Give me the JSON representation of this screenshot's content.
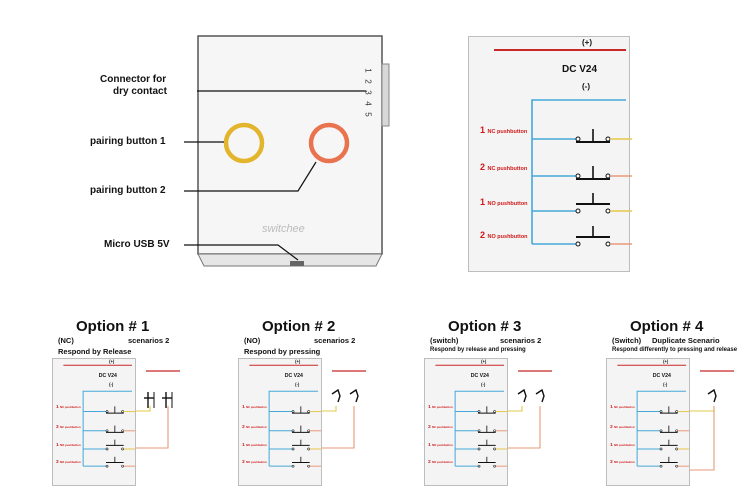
{
  "device": {
    "brand": "switchee",
    "pins": [
      "1",
      "2",
      "3",
      "4",
      "5"
    ],
    "labels": {
      "connector": [
        "Connector for",
        "dry contact"
      ],
      "pairing1": "pairing button 1",
      "pairing2": "pairing button 2",
      "usb": "Micro USB 5V"
    },
    "colors": {
      "button1": "#e2b52c",
      "button2": "#e8734e"
    }
  },
  "wiring": {
    "plus": "(+)",
    "dc": "DC V24",
    "minus": "(-)",
    "buttons": [
      {
        "num": "1",
        "label": "NC pushbutton",
        "type": "NC",
        "wire": "#e6c84a"
      },
      {
        "num": "2",
        "label": "NC pushbutton",
        "type": "NC",
        "wire": "#e89a78"
      },
      {
        "num": "1",
        "label": "NO pushbutton",
        "type": "NO",
        "wire": "#e6c84a"
      },
      {
        "num": "2",
        "label": "NO pushbutton",
        "type": "NO",
        "wire": "#e89a78"
      }
    ],
    "colors": {
      "plus": "#c82828",
      "minus": "#45a8d8"
    }
  },
  "options": [
    {
      "title": "Option # 1",
      "mode": "(NC)",
      "scenarios": "scenarios 2",
      "respond": "Respond by Release",
      "switch": "nc"
    },
    {
      "title": "Option # 2",
      "mode": "(NO)",
      "scenarios": "scenarios 2",
      "respond": "Respond by pressing",
      "switch": "no"
    },
    {
      "title": "Option # 3",
      "mode": "(switch)",
      "scenarios": "scenarios 2",
      "respond": "Respond by release and pressing",
      "switch": "sw"
    },
    {
      "title": "Option # 4",
      "mode": "(Switch)",
      "scenarios": "Duplicate Scenario",
      "respond": "Respond differently to pressing and release",
      "switch": "sw1"
    }
  ]
}
